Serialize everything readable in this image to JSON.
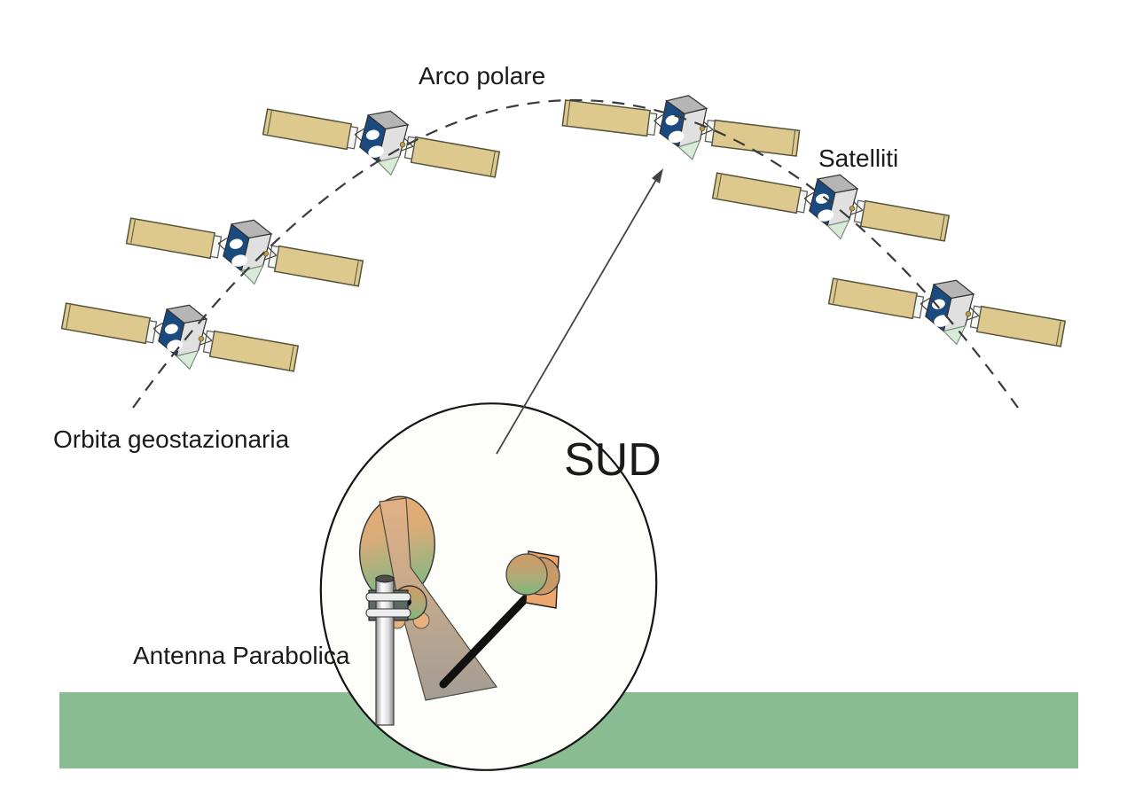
{
  "page": {
    "background": "#ffffff"
  },
  "diagram": {
    "labels": {
      "polar_arc": "Arco polare",
      "satellites": "Satelliti",
      "geostationary_orbit": "Orbita geostazionaria",
      "south": "SUD",
      "parabolic_antenna": "Antenna Parabolica"
    },
    "colors": {
      "ground": "#8abc92",
      "solar_panel": "#ddc88d",
      "satellite_body_blue": "#1a4a7e",
      "dish_white": "#fdfdfa",
      "dish_center_orange": "#ecaa70",
      "dish_center_green": "#7fb883",
      "south_arrow_gray": "#dfe3e2",
      "orbit_line": "#3b3b3b",
      "text": "#1a1a1a"
    },
    "satellite_count": 6
  }
}
